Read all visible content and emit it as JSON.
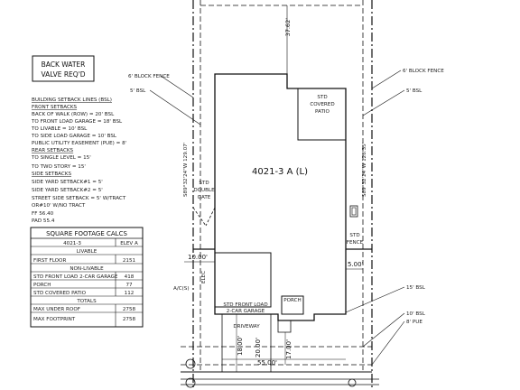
{
  "valve_box": {
    "line1": "BACK WATER",
    "line2": "VALVE REQ'D"
  },
  "setbacks": [
    "BUILDING SETBACK LINES (BSL)",
    "FRONT SETBACKS",
    "BACK OF WALK (ROW) = 20' BSL",
    "TO FRONT LOAD GARAGE = 18' BSL",
    "TO LIVABLE = 10' BSL",
    "TO SIDE LOAD GARAGE = 10' BSL",
    "PUBLIC UTILITY EASEMENT (PUE) = 8'",
    "REAR SETBACKS",
    "TO SINGLE LEVEL = 15'",
    "TO TWO STORY = 15'",
    "SIDE SETBACKS",
    "SIDE YARD SETBACK#1 = 5'",
    "SIDE YARD SETBACK#2 = 5'",
    "STREET SIDE SETBACK = 5' W/TRACT",
    "OR#10' W/NO TRACT"
  ],
  "elevations": {
    "ff": "FF 56.40",
    "pad": "PAD 55.4"
  },
  "sqft": {
    "title": "SQUARE FOOTAGE CALCS",
    "plan_label": "4021-3",
    "elev_label": "ELEV A",
    "livable_header": "LIVABLE",
    "livable_rows": [
      {
        "label": "FIRST FLOOR",
        "value": "2151"
      }
    ],
    "nonlivable_header": "NON-LIVABLE",
    "nonlivable_rows": [
      {
        "label": "STD FRONT LOAD 2-CAR GARAGE",
        "value": "418"
      },
      {
        "label": "PORCH",
        "value": "77"
      },
      {
        "label": "STD COVERED PATIO",
        "value": "112"
      }
    ],
    "totals_header": "TOTALS",
    "totals_rows": [
      {
        "label": "MAX UNDER ROOF",
        "value": "2758"
      },
      {
        "label": "MAX FOOTPRINT",
        "value": "2758"
      }
    ]
  },
  "plan": {
    "house_label": "4021-3 A (L)",
    "patio_label": [
      "STD",
      "COVERED",
      "PATIO"
    ],
    "gate_label": [
      "STD",
      "DOUBLE",
      "GATE"
    ],
    "fence_label": [
      "STD",
      "FENCE"
    ],
    "garage_label": [
      "STD FRONT LOAD",
      "2-CAR GARAGE"
    ],
    "porch": "PORCH",
    "driveway": "DRIVEWAY",
    "elec": "ELEC",
    "a_c": "A/C(S)",
    "left_block_fence": "6' BLOCK FENCE",
    "right_block_fence": "6' BLOCK FENCE",
    "left_bsl": "5' BSL",
    "right_bsl": "5' BSL",
    "rear_bsl": "15' BSL",
    "front_bsl": "10' BSL",
    "pue": "8' PUE",
    "left_bearing": "S89°32'24\"W  129.07'",
    "right_bearing": "S89°32'24\"W  128.35'",
    "dim_rear": "37.62'",
    "dim_side_left": "10.00'",
    "dim_side_right": "5.00'",
    "dim_drive1": "18.00'",
    "dim_drive2": "20.00'",
    "dim_drive3": "17.00'",
    "dim_front": "55.00'"
  }
}
